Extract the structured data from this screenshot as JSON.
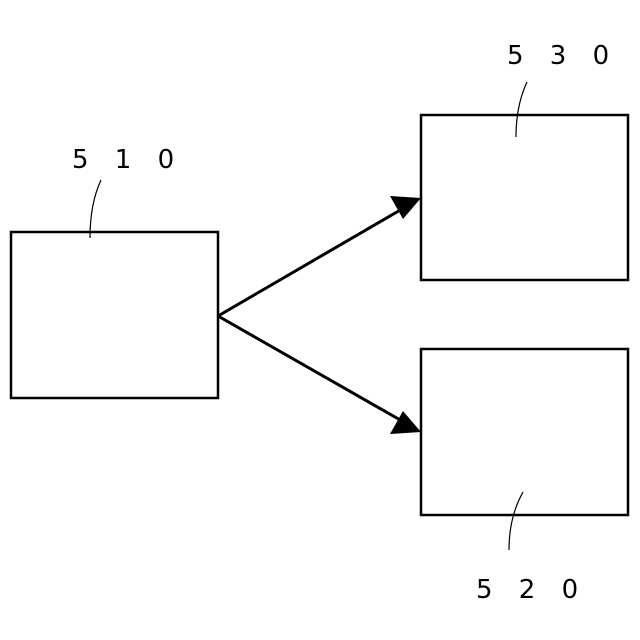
{
  "diagram": {
    "nodes": [
      {
        "id": "box-510",
        "label": "5 1 0"
      },
      {
        "id": "box-530",
        "label": "5 3 0"
      },
      {
        "id": "box-520",
        "label": "5 2 0"
      }
    ],
    "edges": [
      {
        "from": "box-510",
        "to": "box-530"
      },
      {
        "from": "box-510",
        "to": "box-520"
      }
    ]
  }
}
